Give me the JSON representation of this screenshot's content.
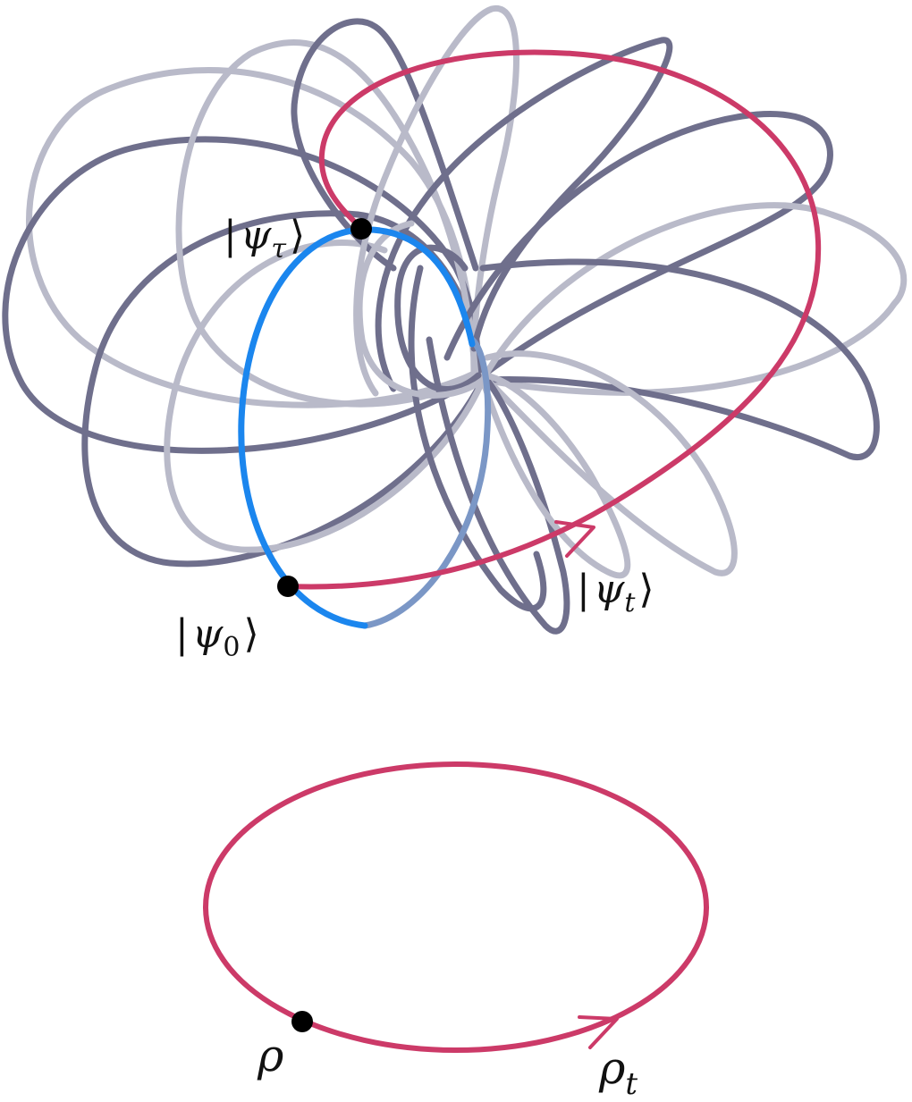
{
  "labels": {
    "psi_tau": {
      "bar": "|",
      "symbol": "ψ",
      "subscript": "τ",
      "angle": "⟩"
    },
    "psi_0": {
      "bar": "|",
      "symbol": "ψ",
      "subscript": "0",
      "angle": "⟩"
    },
    "psi_t": {
      "bar": "|",
      "symbol": "ψ",
      "subscript": "t",
      "angle": "⟩"
    },
    "rho": {
      "symbol": "ρ"
    },
    "rho_t": {
      "symbol": "ρ",
      "subscript": "t"
    }
  },
  "colors": {
    "loop_light": "#b9bac9",
    "loop_dark": "#6f6f8c",
    "orbit": "#cc3a68",
    "blue_loop": "#1b86ee",
    "blue_loop_faded": "#7b97c6",
    "point": "#000000"
  },
  "icons": {
    "state_point": "filled-circle",
    "direction": "arrowhead"
  }
}
